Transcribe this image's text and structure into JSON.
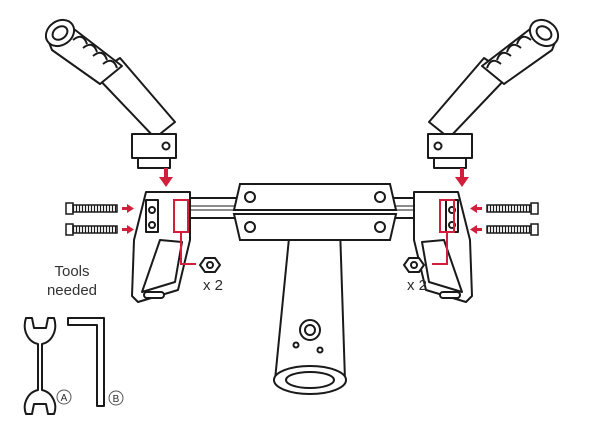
{
  "diagram": {
    "tools_label_line1": "Tools",
    "tools_label_line2": "needed",
    "nut_quantity_left": "x 2",
    "nut_quantity_right": "x 2",
    "tool_a_marker": "A",
    "tool_b_marker": "B",
    "accent_color": "#d2203c",
    "line_color": "#1a1a1a"
  }
}
